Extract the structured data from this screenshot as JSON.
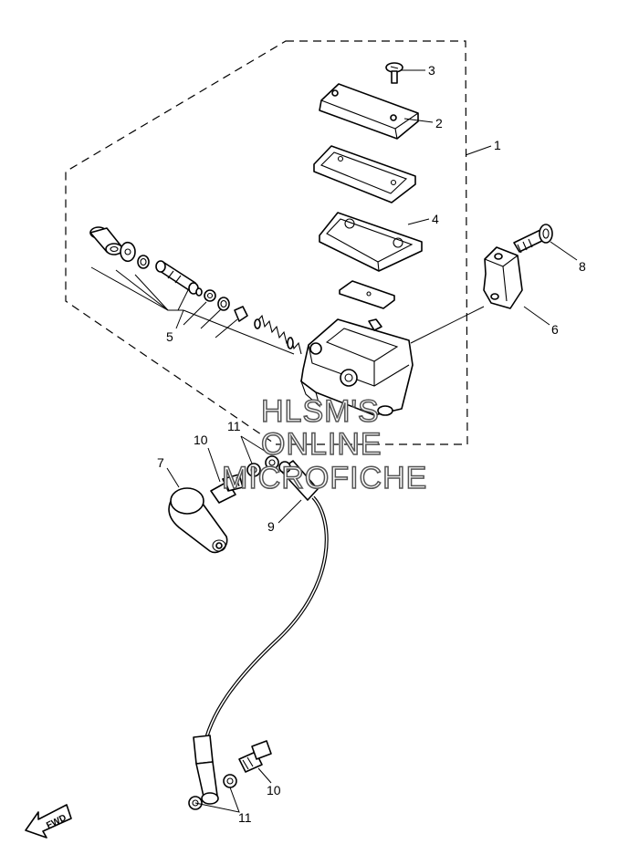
{
  "watermark": {
    "line1": "HLSM'S",
    "line2": "ONLINE",
    "line3": "MICROFICHE"
  },
  "fwd_label": "FWD",
  "callouts": {
    "c1": "1",
    "c2": "2",
    "c3": "3",
    "c4": "4",
    "c5": "5",
    "c6": "6",
    "c7": "7",
    "c8": "8",
    "c9": "9",
    "c10a": "10",
    "c10b": "10",
    "c11a": "11",
    "c11b": "11"
  }
}
